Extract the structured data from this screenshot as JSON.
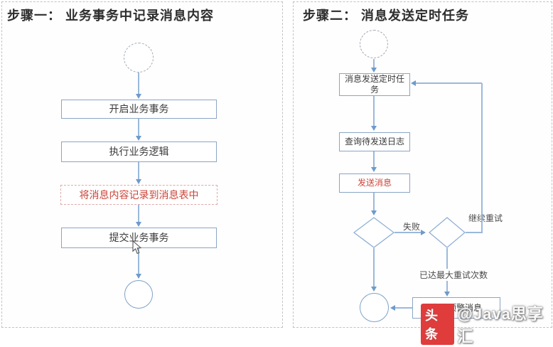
{
  "left_panel": {
    "title": "步骤一： 业务事务中记录消息内容",
    "boxes": [
      {
        "label": "开启业务事务",
        "style": "normal"
      },
      {
        "label": "执行业务逻辑",
        "style": "normal"
      },
      {
        "label": "将消息内容记录到消息表中",
        "style": "red-dashed"
      },
      {
        "label": "提交业务事务",
        "style": "normal"
      }
    ],
    "start_node": "start-circle",
    "end_node": "end-circle"
  },
  "right_panel": {
    "title": "步骤二： 消息发送定时任务",
    "boxes": [
      {
        "label": "消息发送定时任务",
        "style": "normal"
      },
      {
        "label": "查询待发送日志",
        "style": "normal"
      },
      {
        "label": "发送消息",
        "style": "red-text"
      },
      {
        "label": "发送预警消息",
        "style": "normal"
      }
    ],
    "edge_labels": [
      {
        "label": "失败"
      },
      {
        "label": "继续重试"
      },
      {
        "label": "已达最大重试次数"
      }
    ],
    "start_node": "start-circle",
    "end_node": "end-circle"
  },
  "watermark": {
    "badge": "头条",
    "handle": "@Java思享汇"
  },
  "colors": {
    "connector_line": "#9ab9dc",
    "arrowhead": "#6d9bcc",
    "box_border": "#8aa5c4",
    "alert_text_red": "#cc4438",
    "red_dashed_border": "#ddaaaa",
    "watermark_badge_bg": "#e03c3c",
    "panel_border": "#c3c3c3"
  }
}
